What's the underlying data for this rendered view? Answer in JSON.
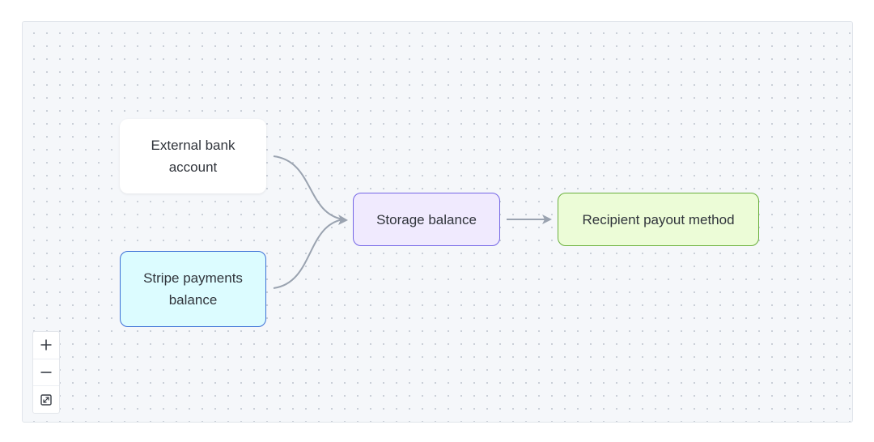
{
  "diagram": {
    "nodes": [
      {
        "id": "external",
        "label": "External bank account",
        "lines": [
          "External bank",
          "account"
        ],
        "fill": "#ffffff",
        "border": "none"
      },
      {
        "id": "stripe",
        "label": "Stripe payments balance",
        "lines": [
          "Stripe payments",
          "balance"
        ],
        "fill": "#dcfcff",
        "border": "#3c6fd6"
      },
      {
        "id": "storage",
        "label": "Storage balance",
        "lines": [
          "Storage balance"
        ],
        "fill": "#f0eafe",
        "border": "#7466e6"
      },
      {
        "id": "recipient",
        "label": "Recipient payout method",
        "lines": [
          "Recipient payout method"
        ],
        "fill": "#ecfcd7",
        "border": "#6ab03d"
      }
    ],
    "edges": [
      {
        "from": "external",
        "to": "storage"
      },
      {
        "from": "stripe",
        "to": "storage"
      },
      {
        "from": "storage",
        "to": "recipient"
      }
    ],
    "edge_color": "#9aa3b0"
  },
  "controls": {
    "zoom_in_icon": "plus-icon",
    "zoom_out_icon": "minus-icon",
    "fit_view_icon": "fit-view-icon"
  }
}
